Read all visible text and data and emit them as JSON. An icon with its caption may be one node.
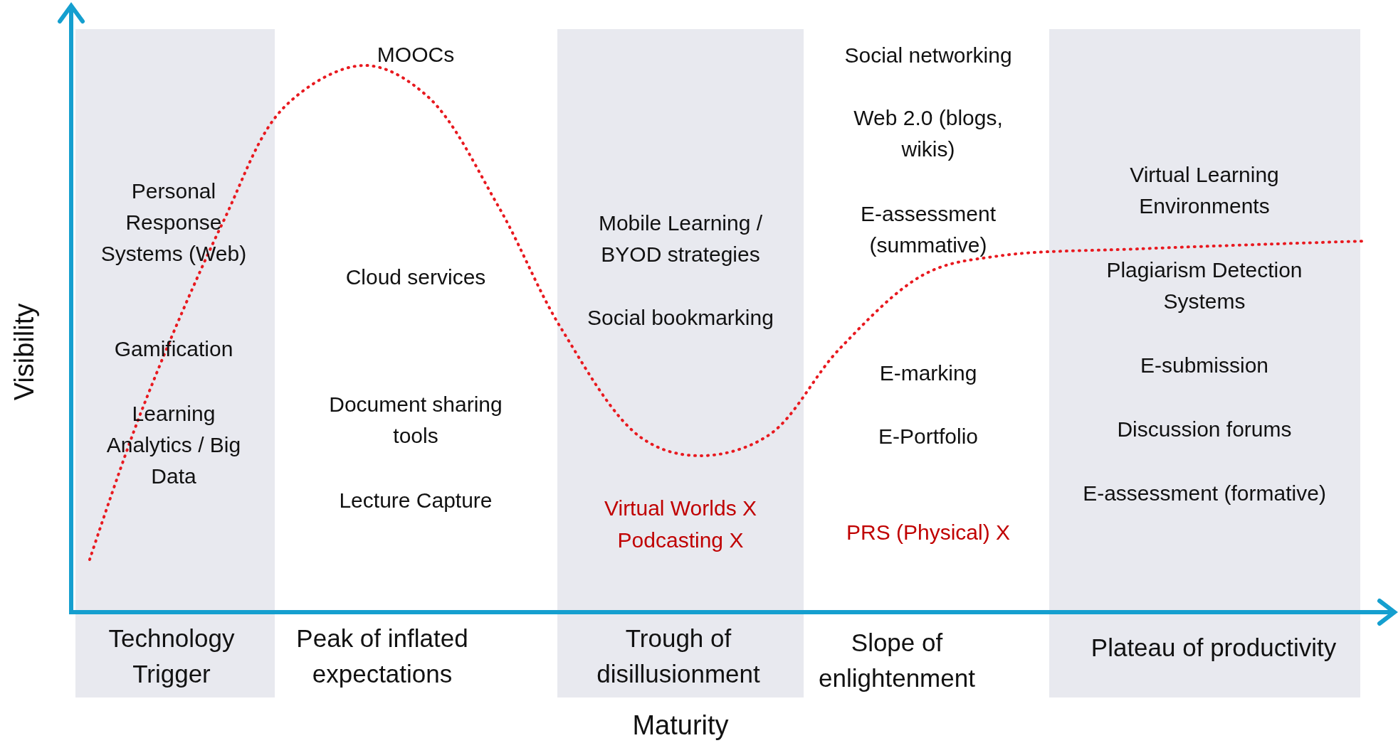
{
  "diagram": {
    "labels": [
      "MOOCs",
      "Social networking",
      "Web 2.0 (blogs, wikis)",
      "Personal Response Systems (Web)",
      "Mobile Learning / BYOD strategies",
      "E-assessment (summative)",
      "Virtual Learning Environments",
      "Cloud services",
      "Social bookmarking",
      "Plagiarism Detection Systems",
      "Gamification",
      "E-marking",
      "E-submission",
      "Learning Analytics / Big Data",
      "Document sharing tools",
      "E-Portfolio",
      "Discussion forums",
      "Lecture Capture",
      "Virtual Worlds X",
      "E-assessment (formative)",
      "Podcasting X",
      "PRS (Physical) X",
      "Technology Trigger",
      "Peak of inflated expectations",
      "Trough of disillusionment",
      "Slope of enlightenment",
      "Plateau of productivity",
      "Visibility",
      "Maturity"
    ]
  }
}
